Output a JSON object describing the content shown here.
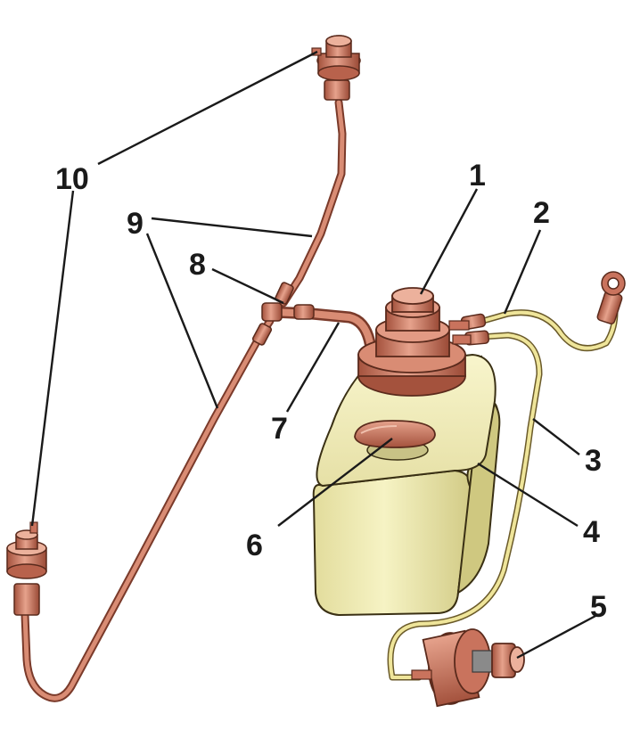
{
  "colors": {
    "copper": "#c9735d",
    "copper_dark": "#7a3a2a",
    "copper_light": "#e8a894",
    "reservoir": "#f1eeb8",
    "reservoir_shade": "#d6d08a",
    "wire_yellow": "#efe59a",
    "outline": "#2a1a12"
  },
  "callouts": [
    {
      "id": "1",
      "label": "1"
    },
    {
      "id": "2",
      "label": "2"
    },
    {
      "id": "3",
      "label": "3"
    },
    {
      "id": "4",
      "label": "4"
    },
    {
      "id": "5",
      "label": "5"
    },
    {
      "id": "6",
      "label": "6"
    },
    {
      "id": "7",
      "label": "7"
    },
    {
      "id": "8",
      "label": "8"
    },
    {
      "id": "9",
      "label": "9"
    },
    {
      "id": "10",
      "label": "10"
    }
  ]
}
